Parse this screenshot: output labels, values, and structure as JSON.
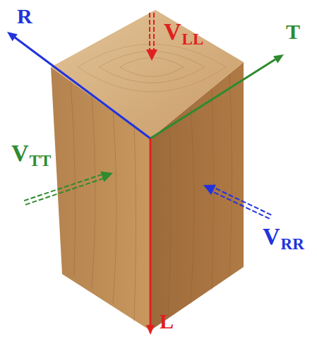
{
  "diagram": {
    "labels": [
      "R",
      "T",
      "V",
      "LL",
      "V",
      "TT",
      "V",
      "RR",
      "L"
    ]
  }
}
